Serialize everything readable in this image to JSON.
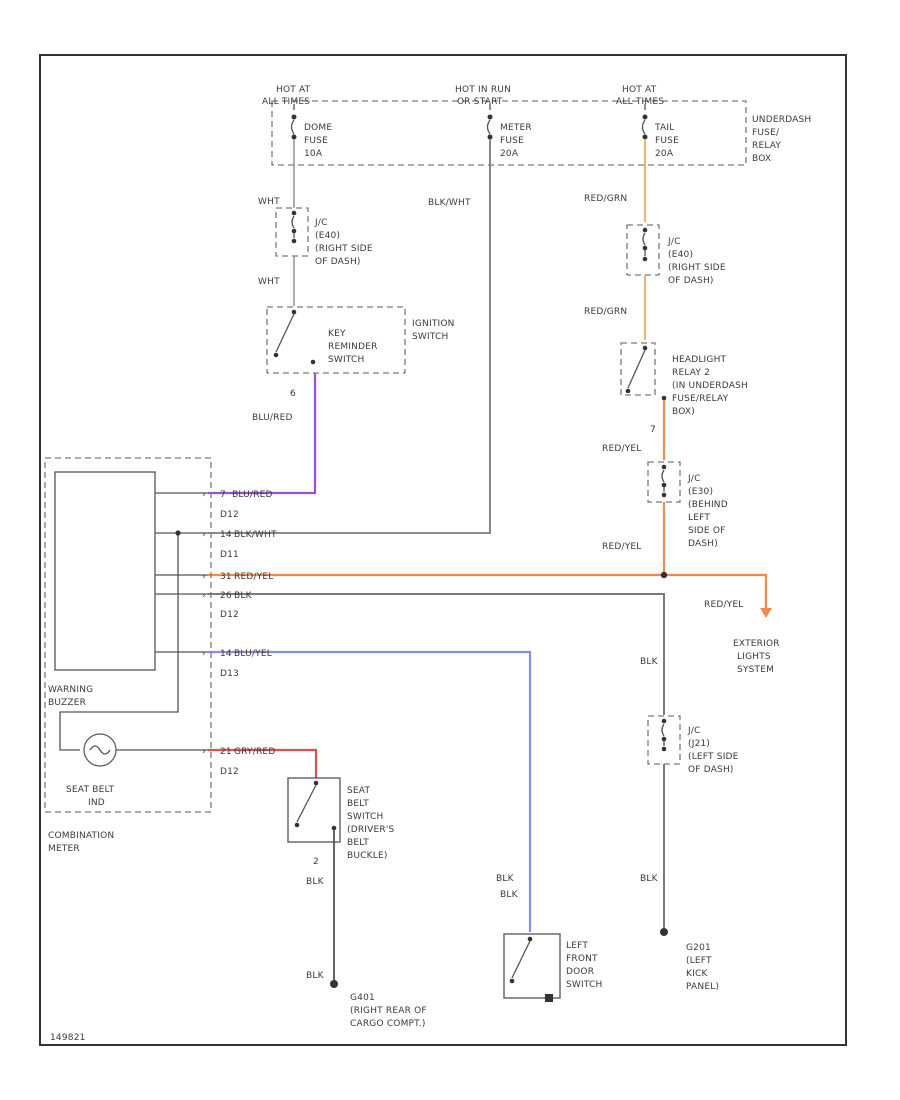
{
  "colors": {
    "border": "#333333",
    "wire_gray": "#7a7a7a",
    "wire_orange": "#f08a4b",
    "wire_violet": "#9a4fd0",
    "wire_blue": "#8a8ae0",
    "wire_tan": "#e8b870",
    "wire_red": "#e05050"
  },
  "fuse_box": {
    "hot1": [
      "HOT AT",
      "ALL TIMES"
    ],
    "hot2": [
      "HOT IN RUN",
      "OR START"
    ],
    "hot3": [
      "HOT AT",
      "ALL TIMES"
    ],
    "dome_fuse": [
      "DOME",
      "FUSE",
      "10A"
    ],
    "meter_fuse": [
      "METER",
      "FUSE",
      "20A"
    ],
    "tail_fuse": [
      "TAIL",
      "FUSE",
      "20A"
    ],
    "box_name": [
      "UNDERDASH",
      "FUSE/",
      "RELAY",
      "BOX"
    ]
  },
  "wires": {
    "wht_1": "WHT",
    "wht_2": "WHT",
    "blk_wht_top": "BLK/WHT",
    "red_grn_1": "RED/GRN",
    "red_grn_2": "RED/GRN",
    "blu_red": "BLU/RED",
    "red_yel_1": "RED/YEL",
    "red_yel_2": "RED/YEL",
    "red_yel_3": "RED/YEL",
    "blk_right_1": "BLK",
    "blk_right_2": "BLK",
    "blk_seat": "BLK",
    "blk_seat_gnd": "BLK",
    "blk_door_1": "BLK",
    "blk_door_2": "BLK"
  },
  "splices": {
    "jc_left": [
      "J/C",
      "(E40)",
      "(RIGHT SIDE",
      "OF DASH)"
    ],
    "jc_right": [
      "J/C",
      "(E40)",
      "(RIGHT SIDE",
      "OF DASH)"
    ],
    "jc_mid": [
      "J/C",
      "(E30)",
      "(BEHIND",
      "LEFT",
      "SIDE OF",
      "DASH)"
    ],
    "jc_low": [
      "J/C",
      "(J21)",
      "(LEFT SIDE",
      "OF DASH)"
    ]
  },
  "ignition": {
    "switch_label": [
      "KEY",
      "REMINDER",
      "SWITCH"
    ],
    "name": [
      "IGNITION",
      "SWITCH"
    ],
    "pin": "6"
  },
  "relay": {
    "name": [
      "HEADLIGHT",
      "RELAY 2",
      "(IN UNDERDASH",
      "FUSE/RELAY",
      "BOX)"
    ],
    "pin": "7"
  },
  "meter": {
    "pins": [
      {
        "pin": "7",
        "wire": "BLU/RED",
        "conn": "D12"
      },
      {
        "pin": "14",
        "wire": "BLK/WHT",
        "conn": "D11"
      },
      {
        "pin": "31",
        "wire": "RED/YEL",
        "conn": ""
      },
      {
        "pin": "26",
        "wire": "BLK",
        "conn": "D12"
      },
      {
        "pin": "14",
        "wire": "BLU/YEL",
        "conn": "D13"
      },
      {
        "pin": "21",
        "wire": "GRY/RED",
        "conn": "D12"
      }
    ],
    "buzzer": [
      "WARNING",
      "BUZZER"
    ],
    "belt_ind": [
      "SEAT BELT",
      "IND"
    ],
    "name": [
      "COMBINATION",
      "METER"
    ]
  },
  "seat_switch": {
    "name": [
      "SEAT",
      "BELT",
      "SWITCH",
      "(DRIVER'S",
      "BELT",
      "BUCKLE)"
    ],
    "pin": "2"
  },
  "door_switch": {
    "name": [
      "LEFT",
      "FRONT",
      "DOOR",
      "SWITCH"
    ]
  },
  "exterior": {
    "name": [
      "EXTERIOR",
      "LIGHTS",
      "SYSTEM"
    ]
  },
  "grounds": {
    "g401": [
      "G401",
      "(RIGHT REAR OF",
      "CARGO COMPT.)"
    ],
    "g201": [
      "G201",
      "(LEFT",
      "KICK",
      "PANEL)"
    ]
  },
  "footer": {
    "code": "149821"
  }
}
